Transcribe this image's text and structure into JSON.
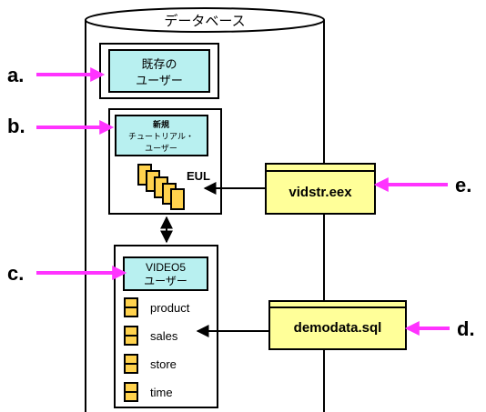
{
  "database": {
    "title": "データベース"
  },
  "callouts": {
    "a": "a.",
    "b": "b.",
    "c": "c.",
    "d": "d.",
    "e": "e."
  },
  "existing_user": {
    "line1": "既存の",
    "line2": "ユーザー"
  },
  "tutorial_user": {
    "line1": "新規",
    "line2": "チュートリアル・",
    "line3": "ユーザー",
    "eul_label": "EUL"
  },
  "video_user": {
    "line1": "VIDEO5",
    "line2": "ユーザー",
    "tables": [
      "product",
      "sales",
      "store",
      "time"
    ]
  },
  "files": {
    "export_file": "vidstr.eex",
    "sql_file": "demodata.sql"
  },
  "colors": {
    "callout_arrow": "#ff33ff",
    "user_box_fill": "#b8f0f0",
    "file_fill": "#ffff99",
    "table_icon_fill": "#ffd24d"
  }
}
